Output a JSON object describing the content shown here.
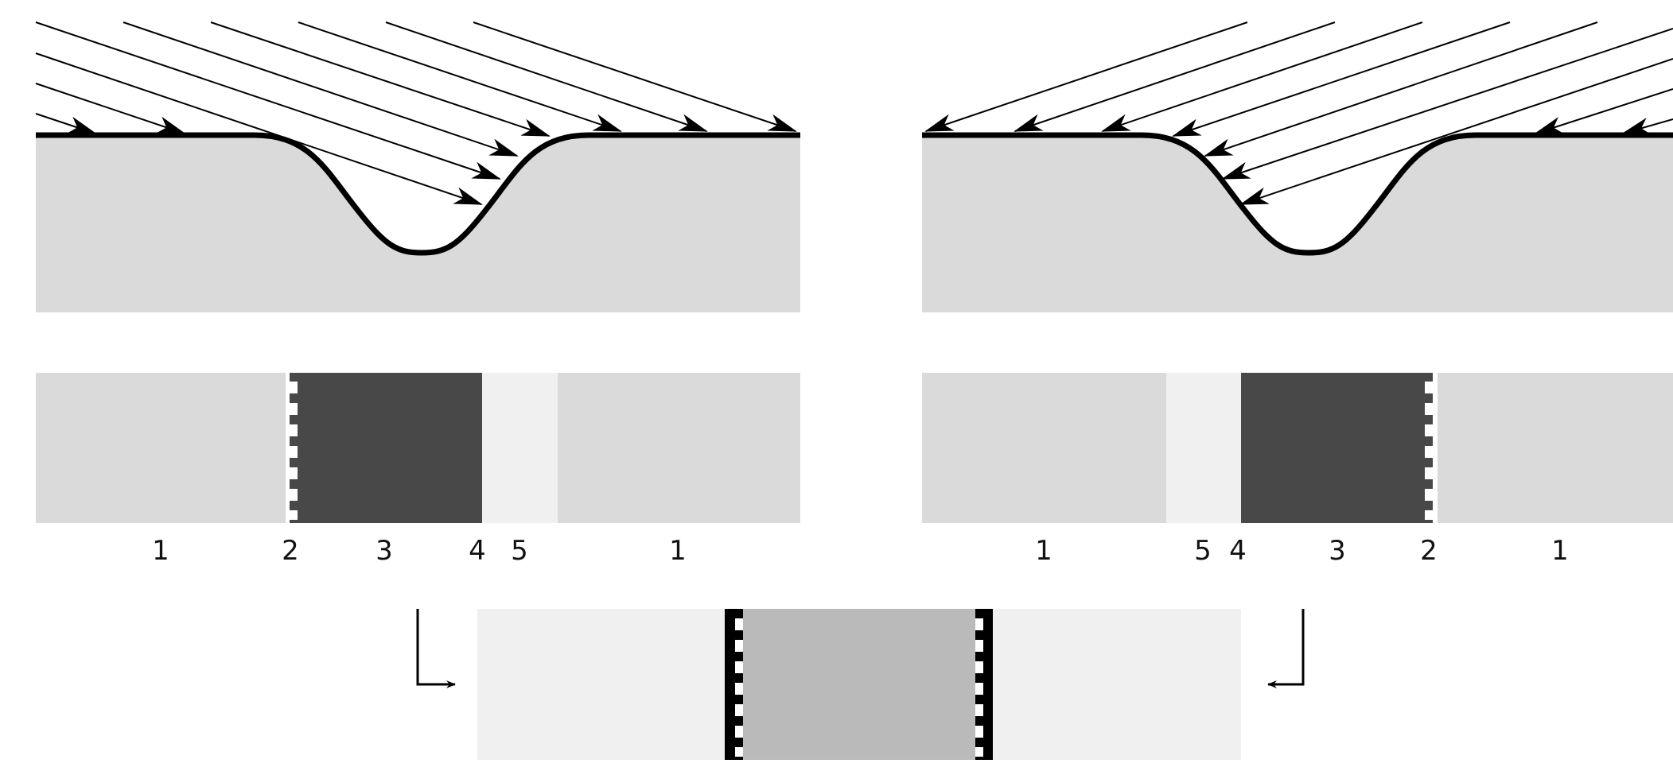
{
  "colors": {
    "terrain": "#dadada",
    "light_zone": "#f0f0f0",
    "dark_zone": "#484848",
    "combined_shade": "#bababa",
    "stroke": "#000000",
    "background": "#ffffff"
  },
  "panels": {
    "left": {
      "illumination": "from upper-left",
      "zone_labels": [
        "1",
        "2",
        "3",
        "4",
        "5",
        "1"
      ]
    },
    "right": {
      "illumination": "from upper-right",
      "zone_labels": [
        "1",
        "5",
        "4",
        "3",
        "2",
        "1"
      ]
    }
  },
  "combined_strip": {
    "description_arrows": [
      "left-result-arrow",
      "right-result-arrow"
    ]
  }
}
